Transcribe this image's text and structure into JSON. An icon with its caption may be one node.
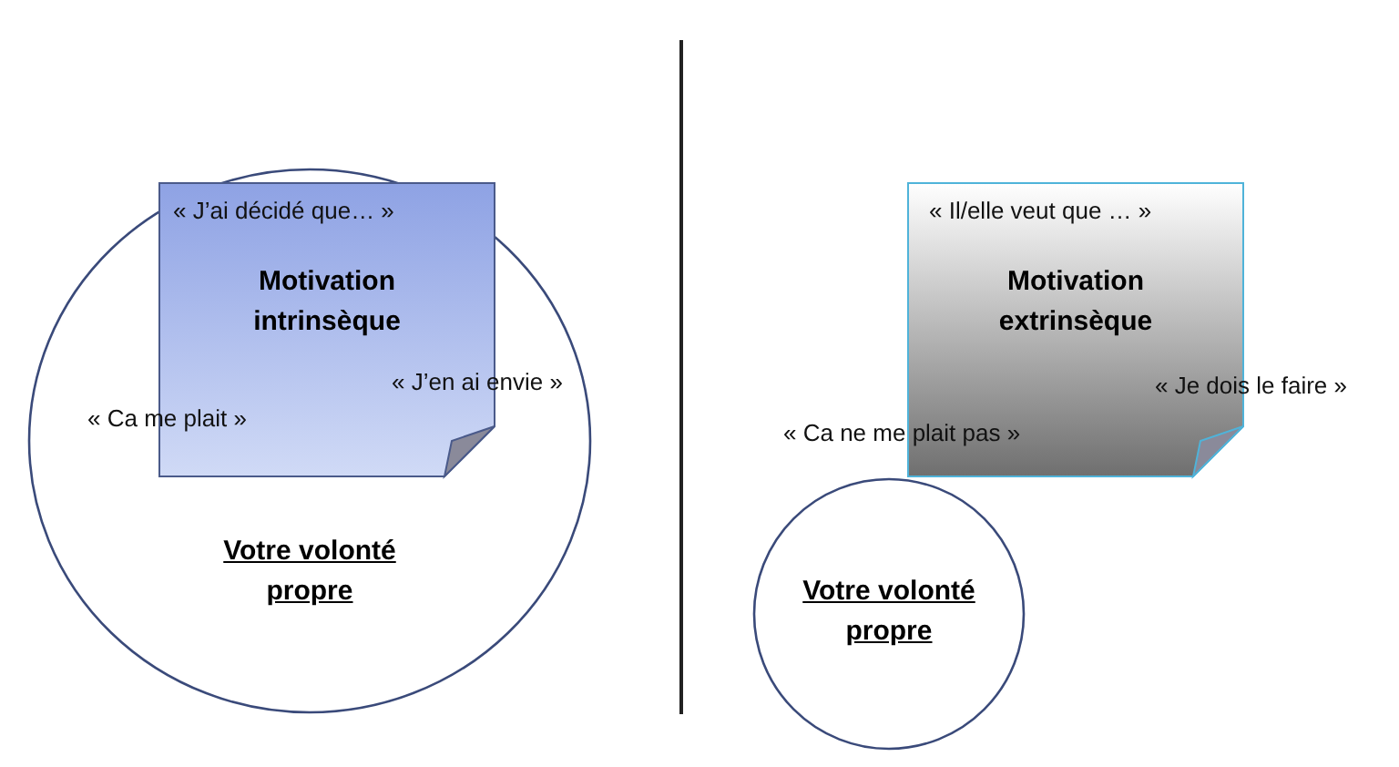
{
  "diagram": {
    "nodes": [
      {
        "text": [
          "Votre volonté propre"
        ]
      },
      {
        "text": [
          "Motivation intrinsèque"
        ],
        "in": 0
      },
      {
        "text": [
          "Motivation extrinsèque"
        ]
      },
      {
        "text": [
          "Votre volonté propre"
        ]
      }
    ],
    "labels": [
      "« J’ai décidé que… »",
      "« J’en ai envie »",
      "« Ca me plait »",
      "« Il/elle veut que … »",
      "« Je dois le faire »",
      "« Ca ne me plait pas »"
    ]
  }
}
